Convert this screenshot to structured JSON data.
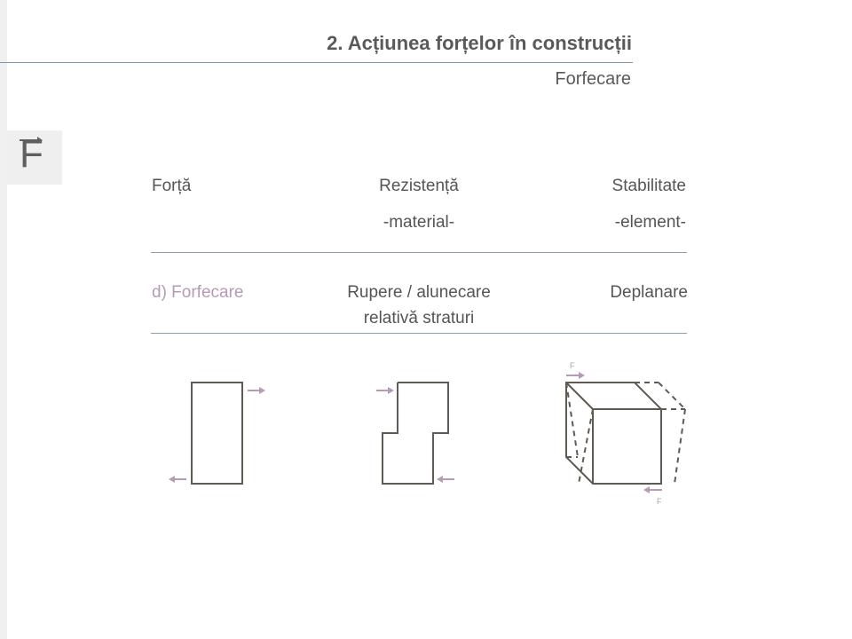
{
  "header": {
    "title": "2. Acțiunea forțelor în construcții",
    "subtitle": "Forfecare",
    "icon_letter": "F"
  },
  "columns": {
    "force": "Forță",
    "resistance": "Rezistență",
    "resistance_sub": "-material-",
    "stability": "Stabilitate",
    "stability_sub": "-element-"
  },
  "row": {
    "label": "d) Forfecare",
    "resistance_line1": "Rupere / alunecare",
    "resistance_line2": "relativă straturi",
    "stability": "Deplanare"
  },
  "figure3": {
    "force_top": "F",
    "force_bottom": "F"
  },
  "colors": {
    "accent": "#b59bb4",
    "line": "#5f5a54",
    "rule": "#8aa0ad"
  }
}
